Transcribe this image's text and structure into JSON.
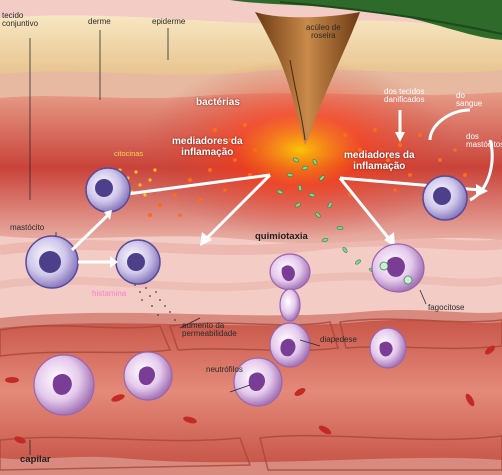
{
  "labels": {
    "tecido_conjuntivo": "tecido\nconjuntivo",
    "derme": "derme",
    "epiderme": "epiderme",
    "aculeo": "acúleo de\nroseira",
    "bacterias": "bactérias",
    "dos_tecidos": "dos tecidos\ndanificados",
    "do_sangue": "do\nsangue",
    "dos_mastocitos": "dos\nmastócitos",
    "citocinas": "citocinas",
    "mediadores_esq": "mediadores da\ninflamação",
    "mediadores_dir": "mediadores da\ninflamação",
    "mastocito": "mastócito",
    "quimiotaxia": "quimiotaxia",
    "histamina": "histamina",
    "fagocitose": "fagocitose",
    "aumento": "aumento da\npermeabilidade",
    "diapedese": "diapedese",
    "neutrofilos": "neutrófilos",
    "capilar": "capilar"
  },
  "colors": {
    "epidermis": "#f0d9a9",
    "dermis": "#e8a59c",
    "connective": "#f3c8c2",
    "vessel_wall": "#d57868",
    "blood": "#b2392f",
    "thorn": "#9a5a2a",
    "mediator_dots": "#ff5a1a",
    "citocina_dots": "#ffb400",
    "bacteria": "#6fcf8a",
    "mast_cell": "#6b5aa8",
    "neutrophil": "#b58ac8",
    "leaf": "#2e6a2a"
  }
}
